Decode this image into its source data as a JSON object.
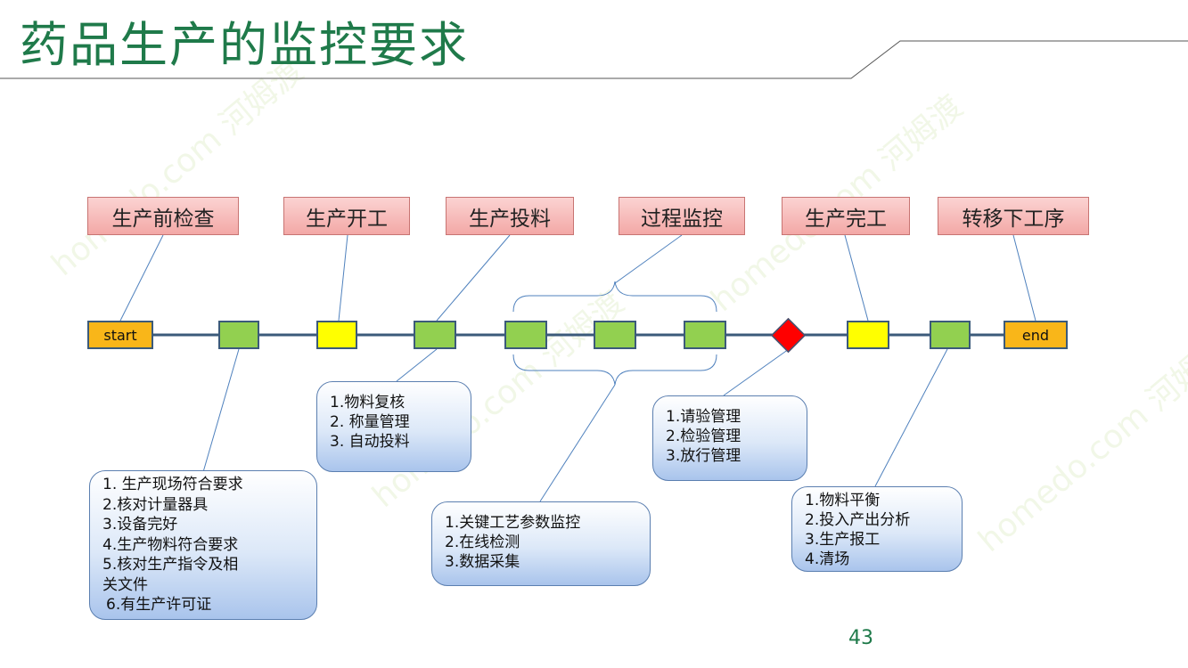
{
  "title": "药品生产的监控要求",
  "stages": [
    "生产前检查",
    "生产开工",
    "生产投料",
    "过程监控",
    "生产完工",
    "转移下工序"
  ],
  "timeline": {
    "start_label": "start",
    "end_label": "end",
    "colors": {
      "green": "#92d050",
      "yellow": "#ffff00",
      "orange": "#f9b619",
      "red": "#ff0000",
      "line": "#3b5a7a"
    }
  },
  "notes": {
    "pre_check": [
      "1. 生产现场符合要求",
      "2.核对计量器具",
      "3.设备完好",
      "4.生产物料符合要求",
      "5.核对生产指令及相",
      "关文件",
      "6.有生产许可证"
    ],
    "feeding": [
      "1.物料复核",
      "2. 称量管理",
      "3. 自动投料"
    ],
    "process": [
      "1.关键工艺参数监控",
      "2.在线检测",
      "3.数据采集"
    ],
    "release": [
      "1.请验管理",
      "2.检验管理",
      "3.放行管理"
    ],
    "completion": [
      "1.物料平衡",
      "2.投入产出分析",
      "3.生产报工",
      "4.清场"
    ]
  },
  "page_number": "43",
  "watermark": "homedo.com 河姆渡"
}
